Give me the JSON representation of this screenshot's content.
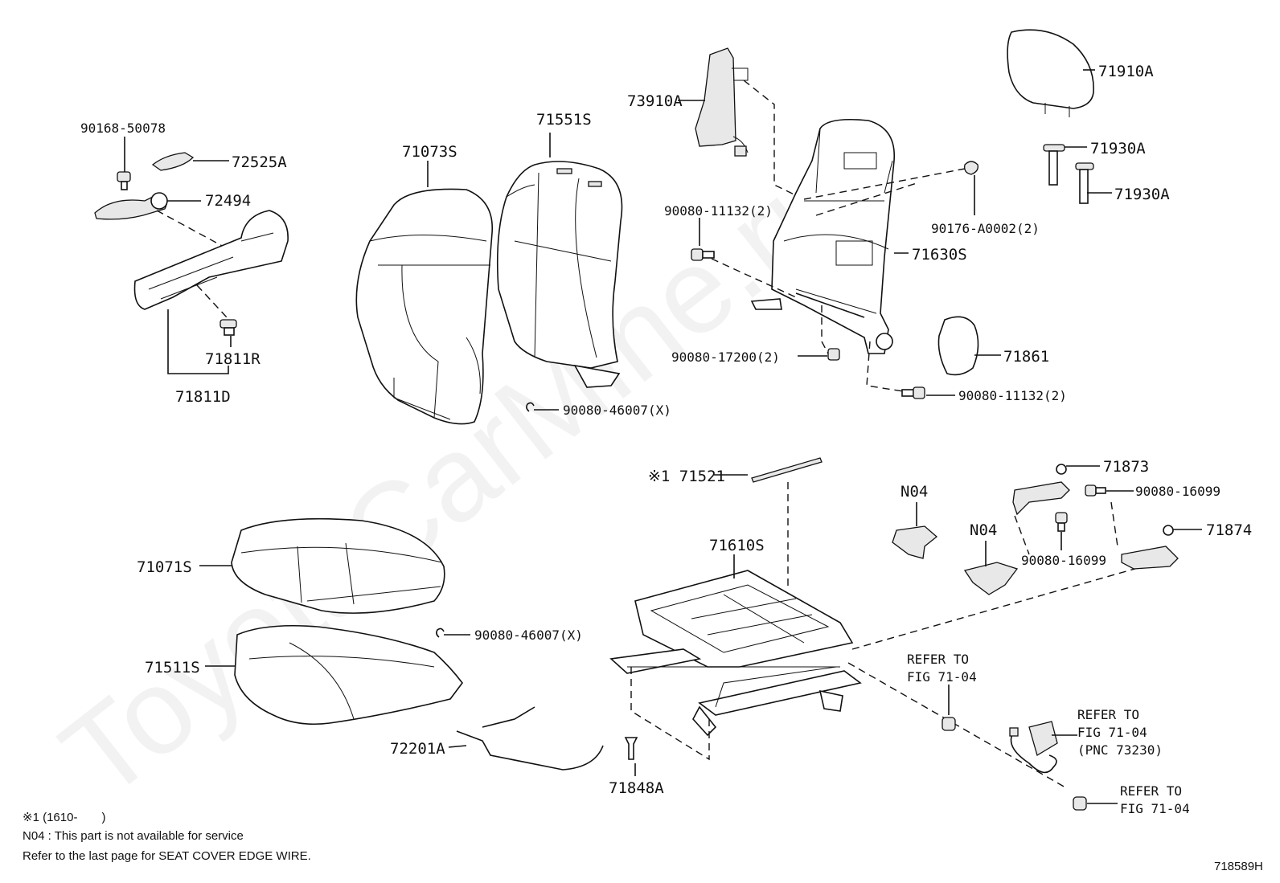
{
  "watermark": "ToyotaCarMine.ru",
  "diagram_id": "718589H",
  "notes": {
    "n1": "※1 (1610-　　)",
    "n2": "N04 : This part is not available for service",
    "n3": "Refer to the last page for SEAT COVER EDGE WIRE."
  },
  "labels": {
    "p90168": "90168-50078",
    "p72525a": "72525A",
    "p72494": "72494",
    "p71811r": "71811R",
    "p71811d": "71811D",
    "p71073s": "71073S",
    "p71551s": "71551S",
    "p90080_46007_a": "90080-46007(X)",
    "p73910a": "73910A",
    "p90080_11132_a": "90080-11132(2)",
    "p90176": "90176-A0002(2)",
    "p71630s": "71630S",
    "p90080_17200": "90080-17200(2)",
    "p90080_11132_b": "90080-11132(2)",
    "p71861": "71861",
    "p71910a": "71910A",
    "p71930a_1": "71930A",
    "p71930a_2": "71930A",
    "p71521": "※1 71521",
    "p71610s": "71610S",
    "p71071s": "71071S",
    "p90080_46007_b": "90080-46007(X)",
    "p71511s": "71511S",
    "p72201a": "72201A",
    "p71848a": "71848A",
    "n04_1": "N04",
    "n04_2": "N04",
    "p71873": "71873",
    "p90080_16099_a": "90080-16099",
    "p90080_16099_b": "90080-16099",
    "p71874": "71874",
    "ref1_l1": "REFER TO",
    "ref1_l2": "FIG 71-04",
    "ref2_l1": "REFER TO",
    "ref2_l2": "FIG 71-04",
    "ref2_l3": "(PNC 73230)",
    "ref3_l1": "REFER TO",
    "ref3_l2": "FIG 71-04"
  }
}
